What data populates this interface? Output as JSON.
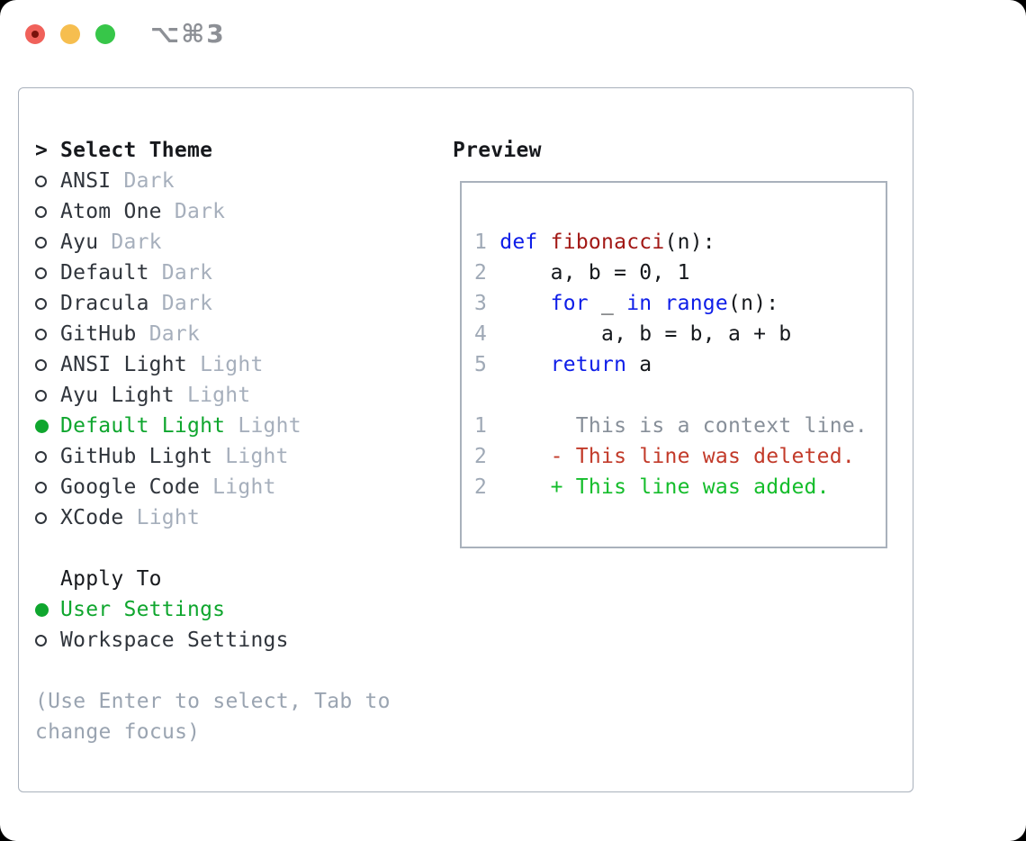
{
  "window": {
    "shortcut": "⌥⌘3",
    "traffic_lights": [
      "close",
      "minimize",
      "zoom"
    ]
  },
  "theme_picker": {
    "title_prefix": ">",
    "title": "Select Theme",
    "themes": [
      {
        "name": "ANSI",
        "variant": "Dark",
        "selected": false
      },
      {
        "name": "Atom One",
        "variant": "Dark",
        "selected": false
      },
      {
        "name": "Ayu",
        "variant": "Dark",
        "selected": false
      },
      {
        "name": "Default",
        "variant": "Dark",
        "selected": false
      },
      {
        "name": "Dracula",
        "variant": "Dark",
        "selected": false
      },
      {
        "name": "GitHub",
        "variant": "Dark",
        "selected": false
      },
      {
        "name": "ANSI Light",
        "variant": "Light",
        "selected": false
      },
      {
        "name": "Ayu Light",
        "variant": "Light",
        "selected": false
      },
      {
        "name": "Default Light",
        "variant": "Light",
        "selected": true
      },
      {
        "name": "GitHub Light",
        "variant": "Light",
        "selected": false
      },
      {
        "name": "Google Code",
        "variant": "Light",
        "selected": false
      },
      {
        "name": "XCode",
        "variant": "Light",
        "selected": false
      }
    ],
    "apply_to": {
      "title": "Apply To",
      "options": [
        {
          "label": "User Settings",
          "selected": true
        },
        {
          "label": "Workspace Settings",
          "selected": false
        }
      ]
    },
    "help_lines": [
      "(Use Enter to select, Tab to",
      "change focus)"
    ]
  },
  "preview": {
    "title": "Preview",
    "code_lines": [
      [
        [
          "num",
          "1"
        ],
        [
          "plain",
          " "
        ],
        [
          "kw",
          "def"
        ],
        [
          "plain",
          " "
        ],
        [
          "fn",
          "fibonacci"
        ],
        [
          "plain",
          "(n):"
        ]
      ],
      [
        [
          "num",
          "2"
        ],
        [
          "plain",
          "     a, b = 0, 1"
        ]
      ],
      [
        [
          "num",
          "3"
        ],
        [
          "plain",
          "     "
        ],
        [
          "kw",
          "for"
        ],
        [
          "plain",
          " _ "
        ],
        [
          "kw",
          "in"
        ],
        [
          "plain",
          " "
        ],
        [
          "kw",
          "range"
        ],
        [
          "plain",
          "(n):"
        ]
      ],
      [
        [
          "num",
          "4"
        ],
        [
          "plain",
          "         a, b = b, a + b"
        ]
      ],
      [
        [
          "num",
          "5"
        ],
        [
          "plain",
          "     "
        ],
        [
          "kw",
          "return"
        ],
        [
          "plain",
          " a"
        ]
      ],
      [],
      [
        [
          "num",
          "1"
        ],
        [
          "ctx",
          "       This is a context line."
        ]
      ],
      [
        [
          "num",
          "2"
        ],
        [
          "del",
          "     - This line was deleted."
        ]
      ],
      [
        [
          "num",
          "2"
        ],
        [
          "add",
          "     + This line was added."
        ]
      ]
    ]
  },
  "colors": {
    "border": "#a9b1bc",
    "title": "#17191d",
    "item": "#30353c",
    "muted": "#a6afbc",
    "help": "#9aa4b1",
    "green": "#0fa62e",
    "add": "#14bd2b",
    "del": "#c23a29",
    "kw": "#0d1de8",
    "fn": "#a21815",
    "code": "#15181c",
    "num": "#9fa9b6",
    "ctx": "#878f99",
    "shortcut": "#8d9096",
    "light-red": "#f0615a",
    "light-red-dot": "#7a120b",
    "light-yellow": "#f6be4f",
    "light-green": "#37c649"
  }
}
